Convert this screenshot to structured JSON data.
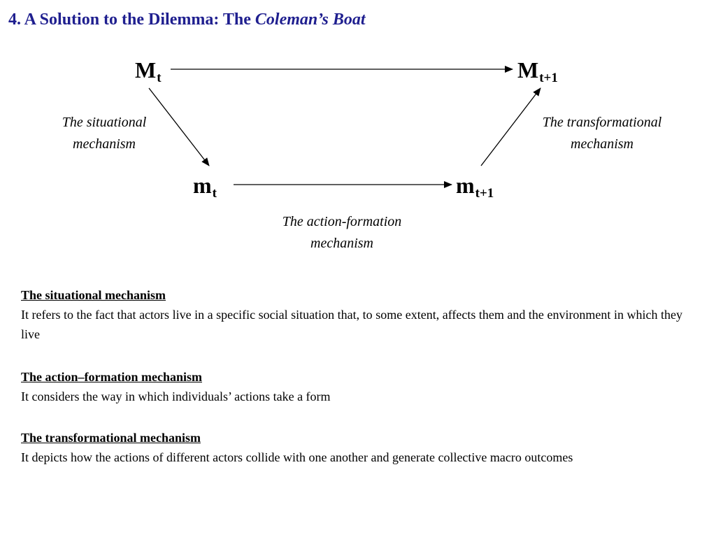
{
  "header": {
    "title_prefix": "4. A Solution to the Dilemma: The ",
    "title_emphasis": "Coleman’s Boat"
  },
  "diagram": {
    "nodes": {
      "macro_t": {
        "base": "M",
        "sub": "t"
      },
      "macro_t1": {
        "base": "M",
        "sub": "t+1"
      },
      "micro_t": {
        "base": "m",
        "sub": "t"
      },
      "micro_t1": {
        "base": "m",
        "sub": "t+1"
      }
    },
    "labels": {
      "situational": [
        "The situational",
        "mechanism"
      ],
      "transformational": [
        "The transformational",
        "mechanism"
      ],
      "action_formation": [
        "The action-formation",
        "mechanism"
      ]
    }
  },
  "sections": [
    {
      "heading": "The situational mechanism",
      "text": "It refers to the fact that actors live in a specific social situation that, to some extent, affects them and the environment in which they live"
    },
    {
      "heading": "The action–formation mechanism",
      "text": "It considers the way in which individuals’ actions take a form"
    },
    {
      "heading": "The transformational mechanism",
      "text": "It depicts how the actions of different actors collide with one another and generate collective macro outcomes"
    }
  ]
}
